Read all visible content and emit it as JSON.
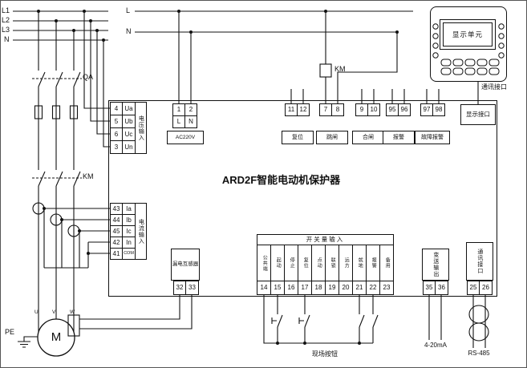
{
  "title": "ARD2F智能电动机保护器",
  "feeder": {
    "lines": [
      "L1",
      "L2",
      "L3",
      "N"
    ],
    "breaker": "QA",
    "contactor": "KM",
    "pe": "PE",
    "motor": "M",
    "motor_terminals": [
      "U",
      "V",
      "W"
    ]
  },
  "control": {
    "line_l": "L",
    "line_n": "N",
    "coil": "KM"
  },
  "display_unit": {
    "screen": "显示单元",
    "comm_label": "通讯接口",
    "interface_label": "显示接口"
  },
  "top_groups": [
    {
      "a": "1",
      "b": "2",
      "sub_a": "L",
      "sub_b": "N",
      "label": "AC220V"
    },
    {
      "a": "11",
      "b": "12",
      "label": "复位"
    },
    {
      "a": "7",
      "b": "8",
      "label": "跳闸"
    },
    {
      "a": "9",
      "b": "10",
      "label": "合闸"
    },
    {
      "a": "95",
      "b": "96",
      "label": "报警"
    },
    {
      "a": "97",
      "b": "98",
      "label": "故障报警"
    }
  ],
  "voltage_block": {
    "label": "电压输入",
    "rows": [
      {
        "n": "4",
        "s": "Ua"
      },
      {
        "n": "5",
        "s": "Ub"
      },
      {
        "n": "6",
        "s": "Uc"
      },
      {
        "n": "3",
        "s": "Un"
      }
    ]
  },
  "current_block": {
    "label": "电流输入",
    "rows": [
      {
        "n": "43",
        "s": "Ia"
      },
      {
        "n": "44",
        "s": "Ib"
      },
      {
        "n": "45",
        "s": "Ic"
      },
      {
        "n": "42",
        "s": "In"
      },
      {
        "n": "41",
        "s": "COM"
      }
    ]
  },
  "leakage_block": {
    "label": "漏电互感器",
    "a": "32",
    "b": "33"
  },
  "di_block": {
    "title": "开关量输入",
    "bottom_label": "现场按钮",
    "columns": [
      {
        "label": "公共端",
        "n": "14"
      },
      {
        "label": "起动",
        "n": "15"
      },
      {
        "label": "停止",
        "n": "16"
      },
      {
        "label": "复位",
        "n": "17"
      },
      {
        "label": "点动",
        "n": "18"
      },
      {
        "label": "联锁",
        "n": "19"
      },
      {
        "label": "远方",
        "n": "20"
      },
      {
        "label": "就地",
        "n": "21"
      },
      {
        "label": "报警",
        "n": "22"
      },
      {
        "label": "备用",
        "n": "23"
      }
    ]
  },
  "analog_block": {
    "label": "变送输出",
    "a": "35",
    "b": "36",
    "bottom_label": "4-20mA"
  },
  "comm_block": {
    "label": "通讯接口",
    "a": "25",
    "b": "26",
    "bottom_label": "RS-485"
  }
}
